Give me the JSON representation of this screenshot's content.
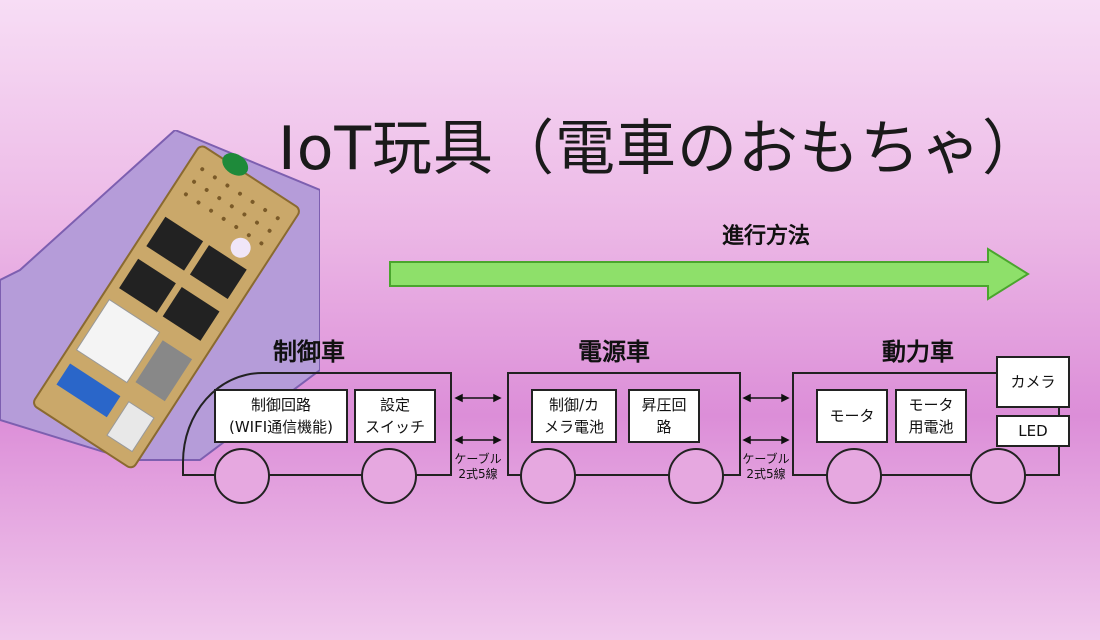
{
  "title": "IoT玩具（電車のおもちゃ）",
  "direction_label": "進行方法",
  "colors": {
    "arrow_fill": "#8ee06a",
    "arrow_stroke": "#4aa52d",
    "photo_bg": "#b59cd9"
  },
  "cars": [
    {
      "name": "制御車",
      "boxes": [
        "制御回路\n(WIFI通信機能)",
        "設定\nスイッチ"
      ]
    },
    {
      "name": "電源車",
      "boxes": [
        "制御/カ\nメラ電池",
        "昇圧回\n路"
      ]
    },
    {
      "name": "動力車",
      "boxes": [
        "モータ",
        "モータ\n用電池",
        "カメラ",
        "LED"
      ]
    }
  ],
  "cable_label": "ケーブル\n2式5線"
}
